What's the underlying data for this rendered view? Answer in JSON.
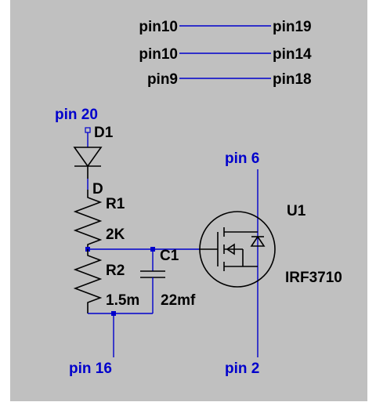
{
  "net_aliases": [
    {
      "from": "pin10",
      "to": "pin19"
    },
    {
      "from": "pin10",
      "to": "pin14"
    },
    {
      "from": "pin9",
      "to": "pin18"
    }
  ],
  "ports": {
    "top_diode": "pin 20",
    "mosfet_drain": "pin 6",
    "mosfet_source": "pin 2",
    "bottom_node": "pin 16"
  },
  "components": {
    "diode": {
      "ref": "D1",
      "pin_label": "D"
    },
    "r1": {
      "ref": "R1",
      "value": "2K"
    },
    "r2": {
      "ref": "R2",
      "value": "1.5m"
    },
    "c1": {
      "ref": "C1",
      "value": "22mf"
    },
    "u1": {
      "ref": "U1",
      "value": "IRF3710"
    }
  },
  "colors": {
    "wire": "#0000cc",
    "component": "#000000",
    "background": "#c0c0c0"
  }
}
